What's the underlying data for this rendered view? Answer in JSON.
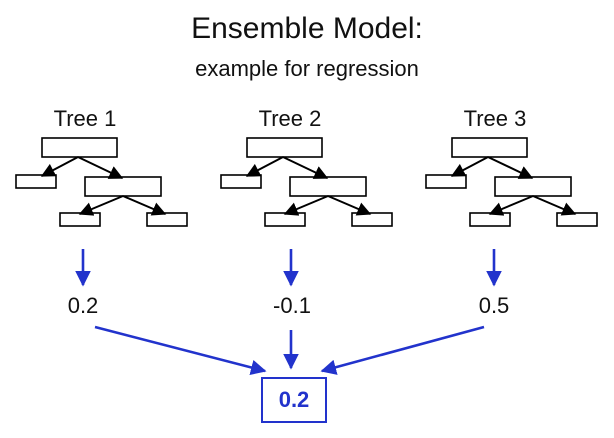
{
  "title": "Ensemble Model:",
  "subtitle": "example for regression",
  "trees": [
    {
      "label": "Tree 1",
      "prediction": "0.2"
    },
    {
      "label": "Tree 2",
      "prediction": "-0.1"
    },
    {
      "label": "Tree 3",
      "prediction": "0.5"
    }
  ],
  "final_prediction": "0.2",
  "colors": {
    "arrow": "#2233cc",
    "tree": "#000000"
  }
}
